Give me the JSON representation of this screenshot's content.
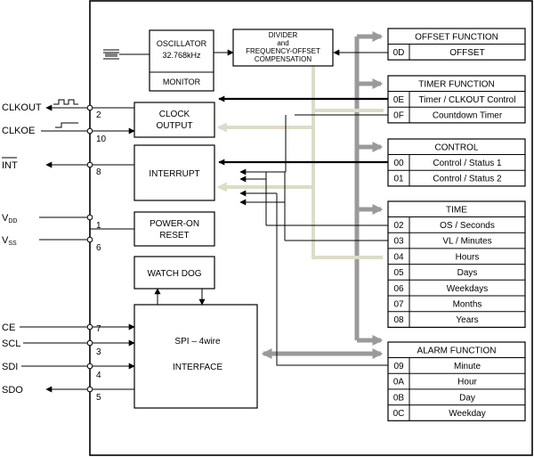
{
  "blocks": {
    "oscillator": {
      "line1": "OSCILLATOR",
      "line2": "32.768kHz"
    },
    "monitor": "MONITOR",
    "divider": {
      "line1": "DIVIDER",
      "line2": "and",
      "line3": "FREQUENCY-OFFSET",
      "line4": "COMPENSATION"
    },
    "clock_output": {
      "line1": "CLOCK",
      "line2": "OUTPUT"
    },
    "interrupt": "INTERRUPT",
    "power_on_reset": {
      "line1": "POWER-ON",
      "line2": "RESET"
    },
    "watchdog": "WATCH DOG",
    "spi": {
      "line1": "SPI – 4wire",
      "line2": "INTERFACE"
    }
  },
  "pins": [
    {
      "id": "clkout",
      "name": "CLKOUT",
      "number": "2"
    },
    {
      "id": "clkoe",
      "name": "CLKOE",
      "number": "10"
    },
    {
      "id": "int",
      "name": "INT",
      "number": "8"
    },
    {
      "id": "vdd",
      "name": "V",
      "sub": "DD",
      "number": "1"
    },
    {
      "id": "vss",
      "name": "V",
      "sub": "SS",
      "number": "6"
    },
    {
      "id": "ce",
      "name": "CE",
      "number": "7"
    },
    {
      "id": "scl",
      "name": "SCL",
      "number": "3"
    },
    {
      "id": "sdi",
      "name": "SDI",
      "number": "4"
    },
    {
      "id": "sdo",
      "name": "SDO",
      "number": "5"
    }
  ],
  "register_groups": [
    {
      "id": "offset",
      "title": "OFFSET FUNCTION",
      "rows": [
        {
          "addr": "0D",
          "label": "OFFSET"
        }
      ]
    },
    {
      "id": "timer",
      "title": "TIMER FUNCTION",
      "rows": [
        {
          "addr": "0E",
          "label": "Timer / CLKOUT Control"
        },
        {
          "addr": "0F",
          "label": "Countdown Timer"
        }
      ]
    },
    {
      "id": "control",
      "title": "CONTROL",
      "rows": [
        {
          "addr": "00",
          "label": "Control / Status 1"
        },
        {
          "addr": "01",
          "label": "Control / Status 2"
        }
      ]
    },
    {
      "id": "time",
      "title": "TIME",
      "rows": [
        {
          "addr": "02",
          "label": "OS / Seconds"
        },
        {
          "addr": "03",
          "label": "VL / Minutes"
        },
        {
          "addr": "04",
          "label": "Hours"
        },
        {
          "addr": "05",
          "label": "Days"
        },
        {
          "addr": "06",
          "label": "Weekdays"
        },
        {
          "addr": "07",
          "label": "Months"
        },
        {
          "addr": "08",
          "label": "Years"
        }
      ]
    },
    {
      "id": "alarm",
      "title": "ALARM FUNCTION",
      "rows": [
        {
          "addr": "09",
          "label": "Minute"
        },
        {
          "addr": "0A",
          "label": "Hour"
        },
        {
          "addr": "0B",
          "label": "Day"
        },
        {
          "addr": "0C",
          "label": "Weekday"
        }
      ]
    }
  ]
}
